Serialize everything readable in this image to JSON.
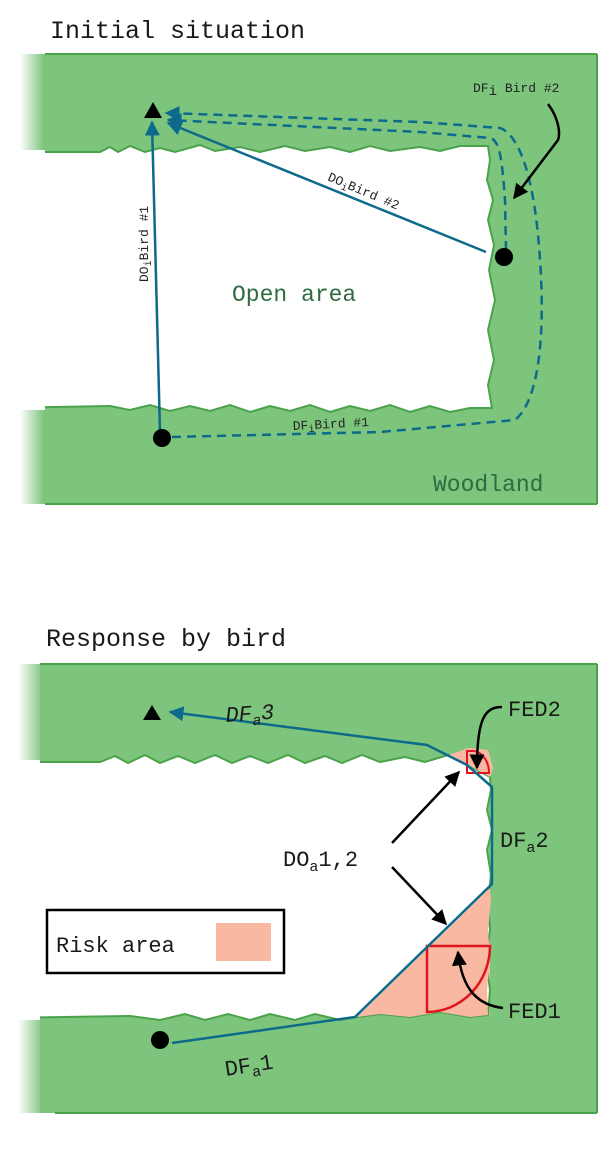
{
  "panels": [
    {
      "title": "Initial situation",
      "labels": {
        "open_area": "Open area",
        "woodland": "Woodland",
        "df_bird2": {
          "main": "DF",
          "sub": "i",
          "rest": " Bird #2"
        },
        "do_bird2": {
          "main": "DO",
          "sub": "i",
          "rest": "Bird #2"
        },
        "do_bird1": {
          "main": "DO",
          "sub": "i",
          "rest": "Bird #1"
        },
        "df_bird1": {
          "main": "DF",
          "sub": "i",
          "rest": "Bird #1"
        }
      },
      "markers": {
        "destination": "triangle-marker",
        "bird1_start": "bird-1-dot",
        "bird2_start": "bird-2-dot"
      }
    },
    {
      "title": "Response by bird",
      "labels": {
        "dfa3": {
          "main": "DF",
          "sub": "a",
          "rest": "3"
        },
        "dfa2": {
          "main": "DF",
          "sub": "a",
          "rest": "2"
        },
        "dfa1": {
          "main": "DF",
          "sub": "a",
          "rest": "1"
        },
        "doa12": {
          "main": "DO",
          "sub": "a",
          "rest": "1,2"
        },
        "fed1": "FED1",
        "fed2": "FED2"
      },
      "legend": {
        "label": "Risk area",
        "swatch_color": "#f9b8a2"
      }
    }
  ],
  "colors": {
    "woodland": "#7dc47d",
    "woodland_edge": "#4aa24a",
    "path": "#0e6a8a",
    "risk": "#f9b8a2",
    "fed_outline": "#e0141c",
    "text_green": "#2e6b3f"
  }
}
